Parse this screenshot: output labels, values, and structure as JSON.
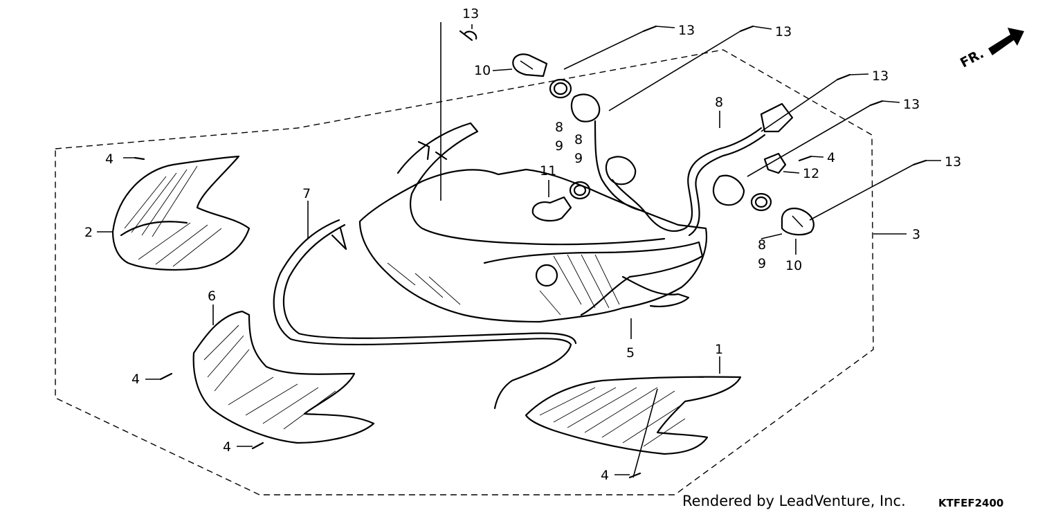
{
  "diagram": {
    "front_indicator": "FR.",
    "callouts": [
      {
        "id": "c13a",
        "label": "13"
      },
      {
        "id": "c13b",
        "label": "13"
      },
      {
        "id": "c13c",
        "label": "13"
      },
      {
        "id": "c13d",
        "label": "13"
      },
      {
        "id": "c13e",
        "label": "13"
      },
      {
        "id": "c13f",
        "label": "13"
      },
      {
        "id": "c10a",
        "label": "10"
      },
      {
        "id": "c8a",
        "label": "8"
      },
      {
        "id": "c9a",
        "label": "9"
      },
      {
        "id": "c8b",
        "label": "8"
      },
      {
        "id": "c9b",
        "label": "9"
      },
      {
        "id": "c8c",
        "label": "8"
      },
      {
        "id": "c4a",
        "label": "4"
      },
      {
        "id": "c4b",
        "label": "4"
      },
      {
        "id": "c12",
        "label": "12"
      },
      {
        "id": "c11",
        "label": "11"
      },
      {
        "id": "c2",
        "label": "2"
      },
      {
        "id": "c7",
        "label": "7"
      },
      {
        "id": "c3",
        "label": "3"
      },
      {
        "id": "c8d",
        "label": "8"
      },
      {
        "id": "c9d",
        "label": "9"
      },
      {
        "id": "c10b",
        "label": "10"
      },
      {
        "id": "c6",
        "label": "6"
      },
      {
        "id": "c5",
        "label": "5"
      },
      {
        "id": "c1",
        "label": "1"
      },
      {
        "id": "c4c",
        "label": "4"
      },
      {
        "id": "c4d",
        "label": "4"
      },
      {
        "id": "c4e",
        "label": "4"
      }
    ]
  },
  "footer": {
    "credit": "Rendered by LeadVenture, Inc.",
    "code": "KTFEF2400"
  }
}
